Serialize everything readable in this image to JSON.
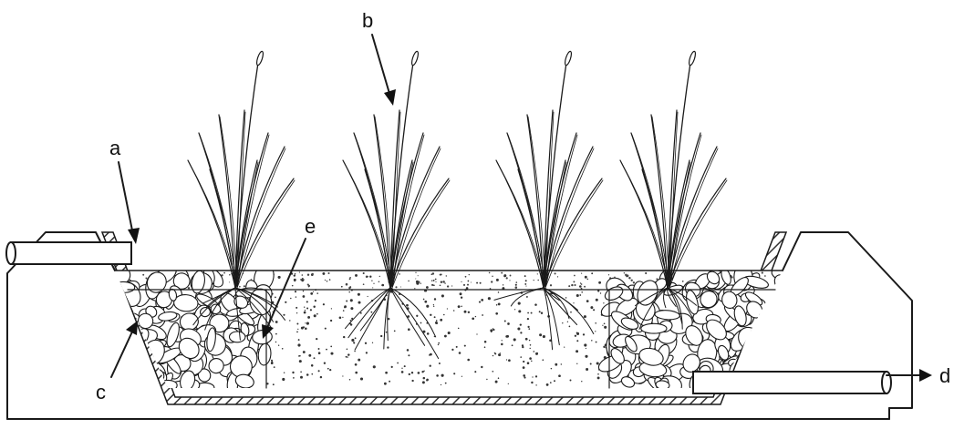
{
  "labels": {
    "a": "a",
    "b": "b",
    "c": "c",
    "d": "d",
    "e": "e"
  },
  "colors": {
    "ink": "#1a1a1a",
    "background": "#ffffff",
    "hatch": "#333333"
  },
  "plants": 4
}
